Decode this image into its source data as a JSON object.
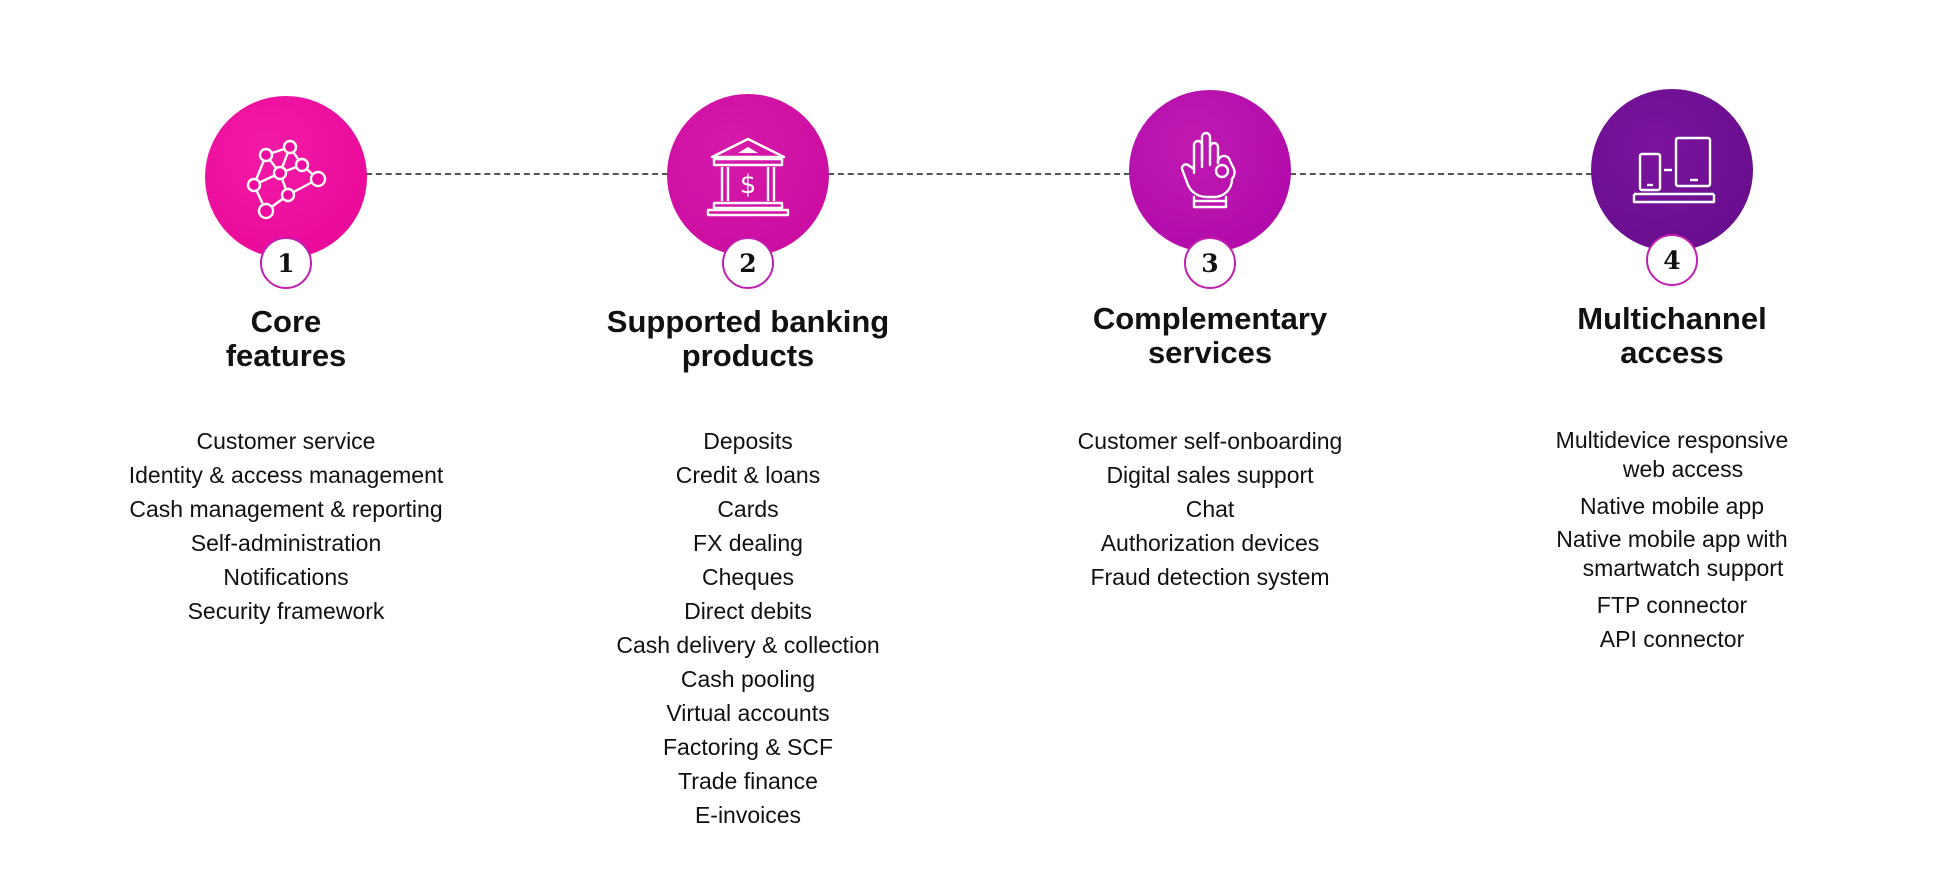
{
  "colors": {
    "step1": "#ed0a9e",
    "step2": "#cc0aa2",
    "step3": "#b308ab",
    "step4": "#6a0d8f",
    "connector": "#555555",
    "badge_border": "#c01fb0"
  },
  "steps": [
    {
      "number": "1",
      "icon": "network-nodes-icon",
      "title_line1": "Core",
      "title_line2": "features",
      "items": [
        "Customer service",
        "Identity & access management",
        "Cash management & reporting",
        "Self-administration",
        "Notifications",
        "Security framework"
      ]
    },
    {
      "number": "2",
      "icon": "bank-building-icon",
      "title_line1": "Supported banking",
      "title_line2": "products",
      "items": [
        "Deposits",
        "Credit & loans",
        "Cards",
        "FX dealing",
        "Cheques",
        "Direct debits",
        "Cash delivery & collection",
        "Cash pooling",
        "Virtual accounts",
        "Factoring & SCF",
        "Trade finance",
        "E-invoices"
      ]
    },
    {
      "number": "3",
      "icon": "ok-hand-icon",
      "title_line1": "Complementary",
      "title_line2": "services",
      "items": [
        "Customer self-onboarding",
        "Digital sales support",
        "Chat",
        "Authorization devices",
        "Fraud detection system"
      ]
    },
    {
      "number": "4",
      "icon": "multi-device-icon",
      "title_line1": "Multichannel",
      "title_line2": "access",
      "items": [
        "Multidevice responsive",
        "web access",
        "Native mobile app",
        "Native mobile app with",
        "smartwatch support",
        "FTP connector",
        "API connector"
      ]
    }
  ]
}
